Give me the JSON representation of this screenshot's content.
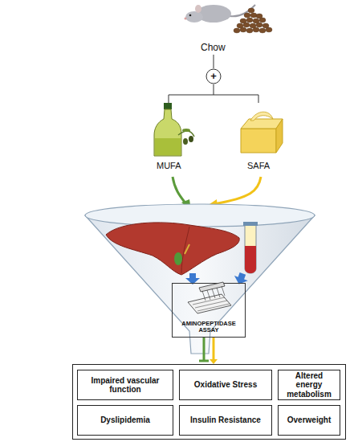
{
  "diagram": {
    "nodes": [
      {
        "text": [
          "+"
        ]
      },
      {
        "text": [
          "AMINOPEPTIDASE ASSAY"
        ]
      },
      {
        "text": []
      },
      {
        "text": [
          "Impaired vascular function"
        ],
        "in": 2
      },
      {
        "text": [
          "Oxidative Stress"
        ],
        "in": 2
      },
      {
        "text": [
          "Altered energy metabolism"
        ],
        "in": 2
      },
      {
        "text": [
          "Dyslipidemia"
        ],
        "in": 2
      },
      {
        "text": [
          "Insulin Resistance"
        ],
        "in": 2
      },
      {
        "text": [
          "Overweight"
        ],
        "in": 2
      }
    ],
    "edges": [
      {
        "from": 1,
        "to": 2,
        "arrow": "none"
      },
      {
        "from": 1,
        "to": 2,
        "arrow": "to"
      }
    ],
    "labels": [
      "Chow",
      "MUFA",
      "SAFA"
    ]
  }
}
